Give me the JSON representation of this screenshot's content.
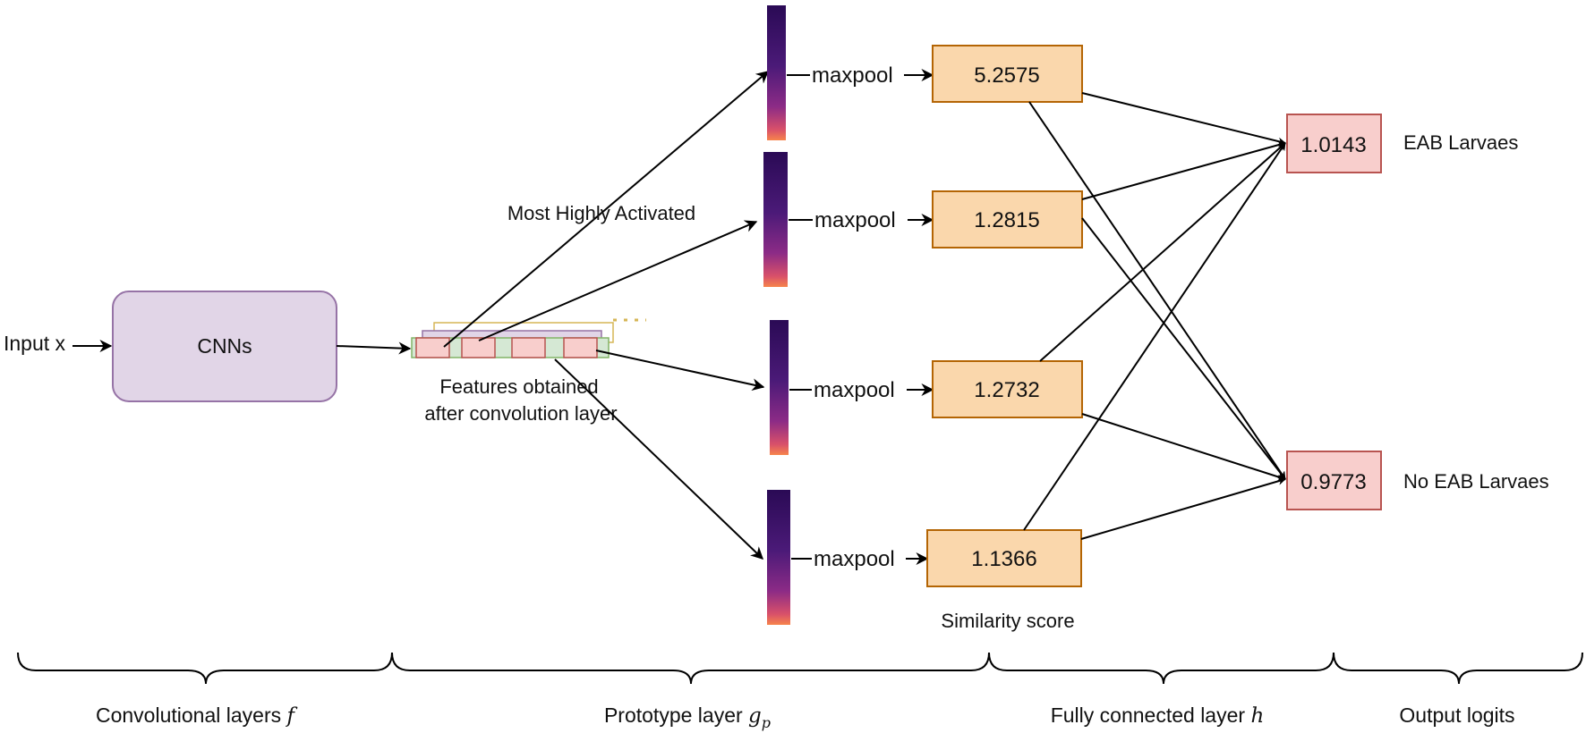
{
  "input": {
    "label": "Input x"
  },
  "cnn": {
    "label": "CNNs"
  },
  "features": {
    "caption_line1": "Features obtained",
    "caption_line2": "after convolution layer"
  },
  "annotation": {
    "most_activated": "Most Highly Activated"
  },
  "maxpool": {
    "label": "maxpool"
  },
  "similarity": {
    "values": [
      "5.2575",
      "1.2815",
      "1.2732",
      "1.1366"
    ],
    "caption": "Similarity score"
  },
  "outputs": [
    {
      "value": "1.0143",
      "label": "EAB Larvaes"
    },
    {
      "value": "0.9773",
      "label": "No EAB Larvaes"
    }
  ],
  "sections": {
    "conv": {
      "text": "Convolutional layers ",
      "symbol": "f",
      "sub": ""
    },
    "proto": {
      "text": "Prototype layer ",
      "symbol": "g",
      "sub": "p"
    },
    "fc": {
      "text": "Fully connected layer ",
      "symbol": "h",
      "sub": ""
    },
    "out": {
      "text": "Output logits",
      "symbol": "",
      "sub": ""
    }
  },
  "colors": {
    "cnn_fill": "#e1d5e7",
    "cnn_stroke": "#9673a6",
    "score_fill": "#fad7ac",
    "score_stroke": "#b46504",
    "output_fill": "#f8cecc",
    "output_stroke": "#b85450",
    "feature_green": "#d5e8d4",
    "feature_green_stroke": "#82b366",
    "feature_yellow_stroke": "#d6b656",
    "spectrogram_top": "#2d0a5c",
    "spectrogram_bottom": "#f5784a"
  }
}
